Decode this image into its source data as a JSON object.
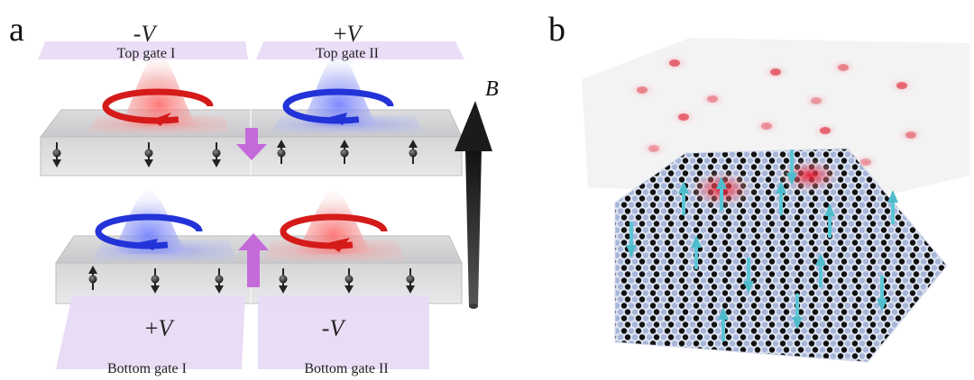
{
  "panel_a": {
    "label": "a",
    "top_left_voltage": {
      "sign": "-",
      "symbol": "V"
    },
    "top_right_voltage": {
      "sign": "+",
      "symbol": "V"
    },
    "bottom_left_voltage": {
      "sign": "+",
      "symbol": "V"
    },
    "bottom_right_voltage": {
      "sign": "-",
      "symbol": "V"
    },
    "top_gate_left": "Top gate I",
    "top_gate_right": "Top gate II",
    "bottom_gate_left": "Bottom gate I",
    "bottom_gate_right": "Bottom gate II",
    "field_label": "B"
  },
  "panel_b": {
    "label": "b"
  },
  "colors": {
    "gate": "#e6d9f3",
    "slab": "#d4d4d6",
    "vortex_red": "#e02020",
    "vortex_blue": "#2a3fe0",
    "interlayer_arrow": "#c060d8",
    "field_arrow": "#2b2b2b",
    "spin_arrow": "#5bc7d6",
    "lattice_dark": "#111111",
    "lattice_light": "#a7b6d8"
  },
  "icons": [
    "spin-up-icon",
    "spin-down-icon",
    "rotation-arrow-icon",
    "field-arrow-icon"
  ]
}
